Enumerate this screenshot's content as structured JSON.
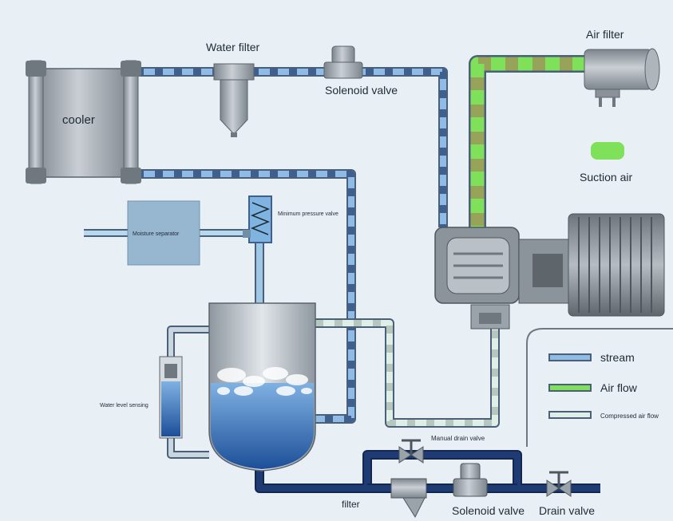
{
  "components": {
    "cooler": "cooler",
    "water_filter": "Water filter",
    "solenoid_valve_top": "Solenoid valve",
    "air_filter": "Air filter",
    "suction_air": "Suction air",
    "moisture_separator": "Moisture separator",
    "minimum_pressure_valve": "Minimum pressure valve",
    "water_level_sensing": "Water level sensing",
    "manual_drain_valve": "Manual drain valve",
    "filter": "filter",
    "solenoid_valve_bottom": "Solenoid valve",
    "drain_valve": "Drain valve"
  },
  "legend": {
    "items": [
      {
        "label": "stream",
        "color": "#8fbbe6"
      },
      {
        "label": "Air flow",
        "color": "#7fe05a"
      },
      {
        "label": "Compressed air flow",
        "color": "#dfeee6"
      }
    ]
  },
  "colors": {
    "background": "#e8f0f5",
    "pipe_outline": "#4a5f78",
    "stream": "#8fbbe6",
    "air_flow": "#7fe05a",
    "compressed_air": "#dfeee6",
    "drain_pipe": "#1f3b73",
    "metal": "#9aa2aa",
    "water": "#2a6eb5"
  }
}
